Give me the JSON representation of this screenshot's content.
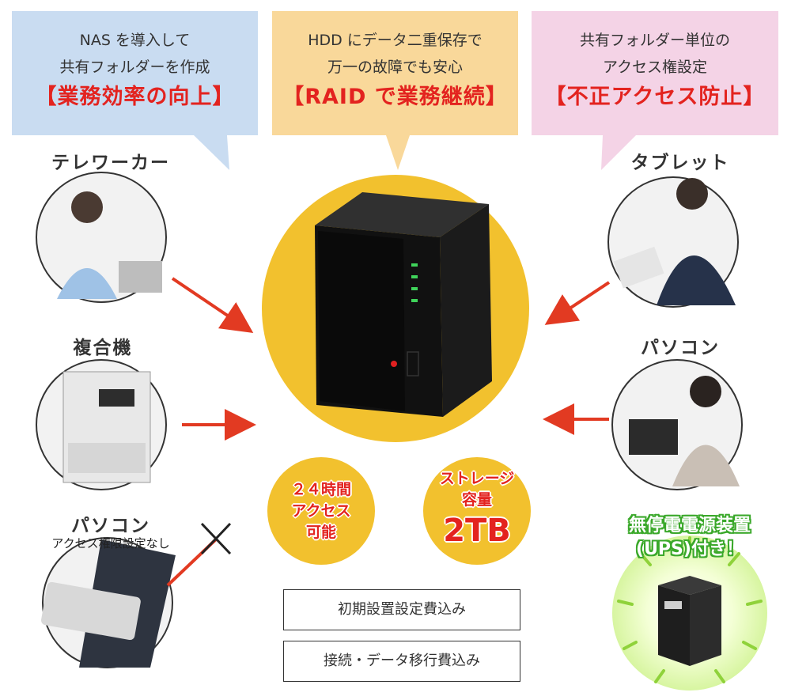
{
  "callouts": [
    {
      "line1": "NAS を導入して",
      "line2": "共有フォルダーを作成",
      "headline": "【業務効率の向上】",
      "bg": "#c9dcf1"
    },
    {
      "line1": "HDD にデータ二重保存で",
      "line2": "万一の故障でも安心",
      "headline": "【RAID で業務継続】",
      "bg": "#f9d89a"
    },
    {
      "line1": "共有フォルダー単位の",
      "line2": "アクセス権設定",
      "headline": "【不正アクセス防止】",
      "bg": "#f4d3e6"
    }
  ],
  "devices": {
    "teleworker": "テレワーカー",
    "mfp": "複合機",
    "pc_left": "パソコン",
    "pc_left_note": "アクセス権限設定なし",
    "tablet": "タブレット",
    "pc_right": "パソコン"
  },
  "features": {
    "access": [
      "２４時間",
      "アクセス",
      "可能"
    ],
    "storage": [
      "ストレージ",
      "容量",
      "2TB"
    ]
  },
  "services": [
    "初期設置設定費込み",
    "接続・データ移行費込み"
  ],
  "ups_text": [
    "無停電電源装置",
    "(UPS)付き！"
  ],
  "colors": {
    "accent_red": "#e3231f",
    "center_yellow": "#f2c12e",
    "ups_green": "#3aa82a",
    "arrow_red": "#e23a22"
  }
}
